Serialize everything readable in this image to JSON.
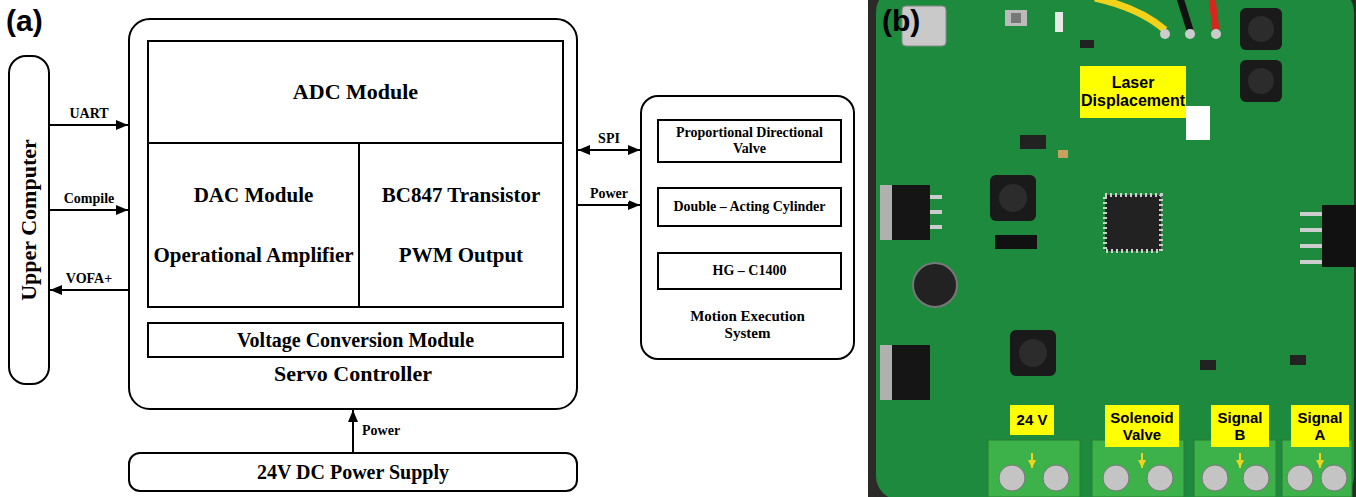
{
  "diagram": {
    "nodes": [
      {
        "text": [
          "Upper Computer"
        ]
      },
      {
        "text": [
          "Servo Controller"
        ]
      },
      {
        "text": [
          "ADC Module"
        ],
        "in": 1
      },
      {
        "text": [
          "DAC Module",
          "Operational Amplifier"
        ],
        "in": 1
      },
      {
        "text": [
          "BC847 Transistor",
          "PWM Output"
        ],
        "in": 1
      },
      {
        "text": [
          "Voltage Conversion Module"
        ],
        "in": 1
      },
      {
        "text": [
          "Motion Execution System"
        ]
      },
      {
        "text": [
          "Proportional Directional Valve"
        ],
        "in": 6
      },
      {
        "text": [
          "Double – Acting Cylinder"
        ],
        "in": 6
      },
      {
        "text": [
          "HG – C1400"
        ],
        "in": 6
      },
      {
        "text": [
          "24V DC Power Supply"
        ]
      },
      {
        "text": [
          "Laser Displacement"
        ]
      },
      {
        "text": [
          "24 V"
        ]
      },
      {
        "text": [
          "Solenoid Valve"
        ]
      },
      {
        "text": [
          "Signal B"
        ]
      },
      {
        "text": [
          "Signal A"
        ]
      }
    ],
    "edges": [
      {
        "from": 0,
        "to": 1,
        "arrow": "to",
        "label": "UART"
      },
      {
        "from": 0,
        "to": 1,
        "arrow": "to",
        "label": "Compile"
      },
      {
        "from": 1,
        "to": 0,
        "arrow": "to",
        "label": "VOFA+"
      },
      {
        "from": 1,
        "to": 6,
        "arrow": "both",
        "label": "SPI"
      },
      {
        "from": 1,
        "to": 6,
        "arrow": "to",
        "label": "Power"
      },
      {
        "from": 10,
        "to": 1,
        "arrow": "to",
        "label": "Power"
      }
    ],
    "labels": [
      "(a)",
      "(b)"
    ]
  }
}
